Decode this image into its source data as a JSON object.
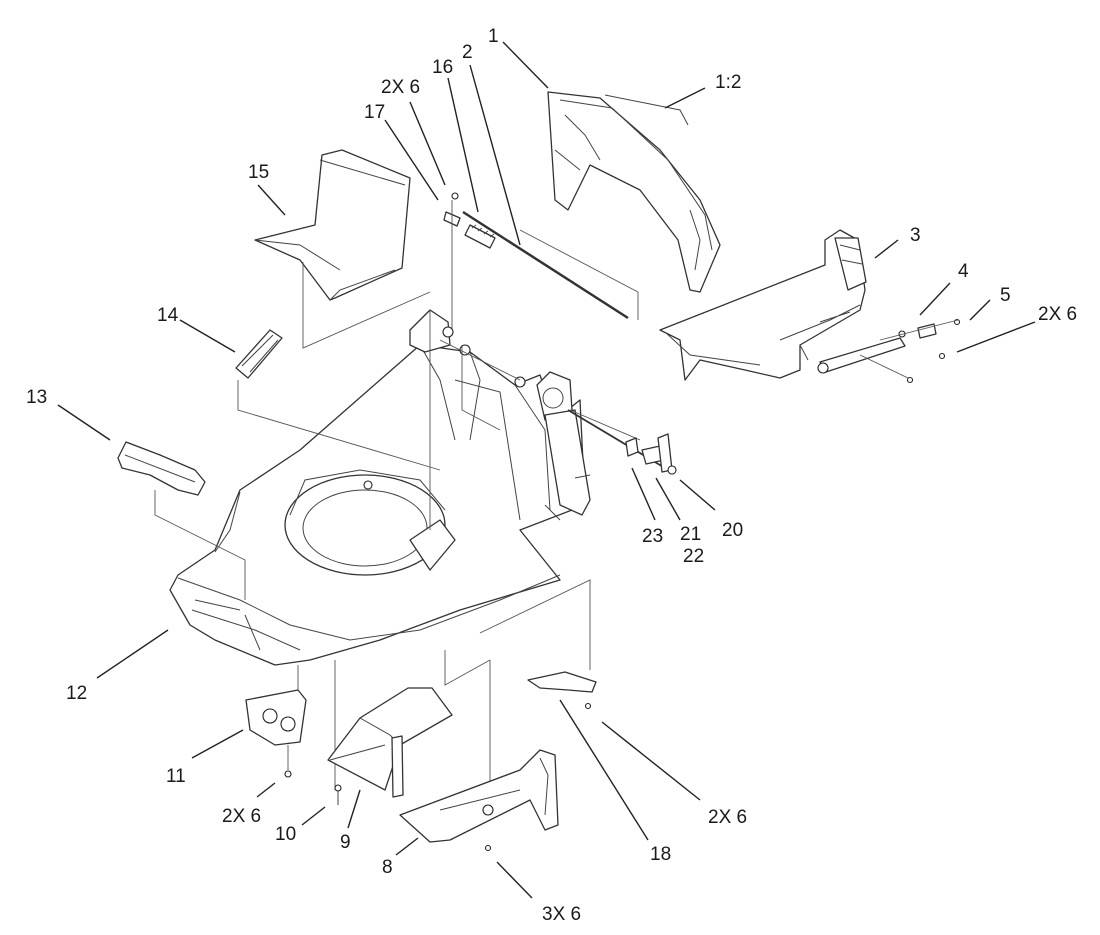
{
  "diagram": {
    "callouts": {
      "c1": "1",
      "c1_2": "1:2",
      "c2": "2",
      "c2x6_top": "2X 6",
      "c16": "16",
      "c17": "17",
      "c15": "15",
      "c3": "3",
      "c4": "4",
      "c5": "5",
      "c2x6_right": "2X 6",
      "c14": "14",
      "c13": "13",
      "c23": "23",
      "c21": "21",
      "c22": "22",
      "c20": "20",
      "c12": "12",
      "c11": "11",
      "c2x6_left": "2X 6",
      "c10": "10",
      "c9": "9",
      "c8": "8",
      "c3x6": "3X 6",
      "c18": "18",
      "c2x6_bottom": "2X 6"
    }
  }
}
